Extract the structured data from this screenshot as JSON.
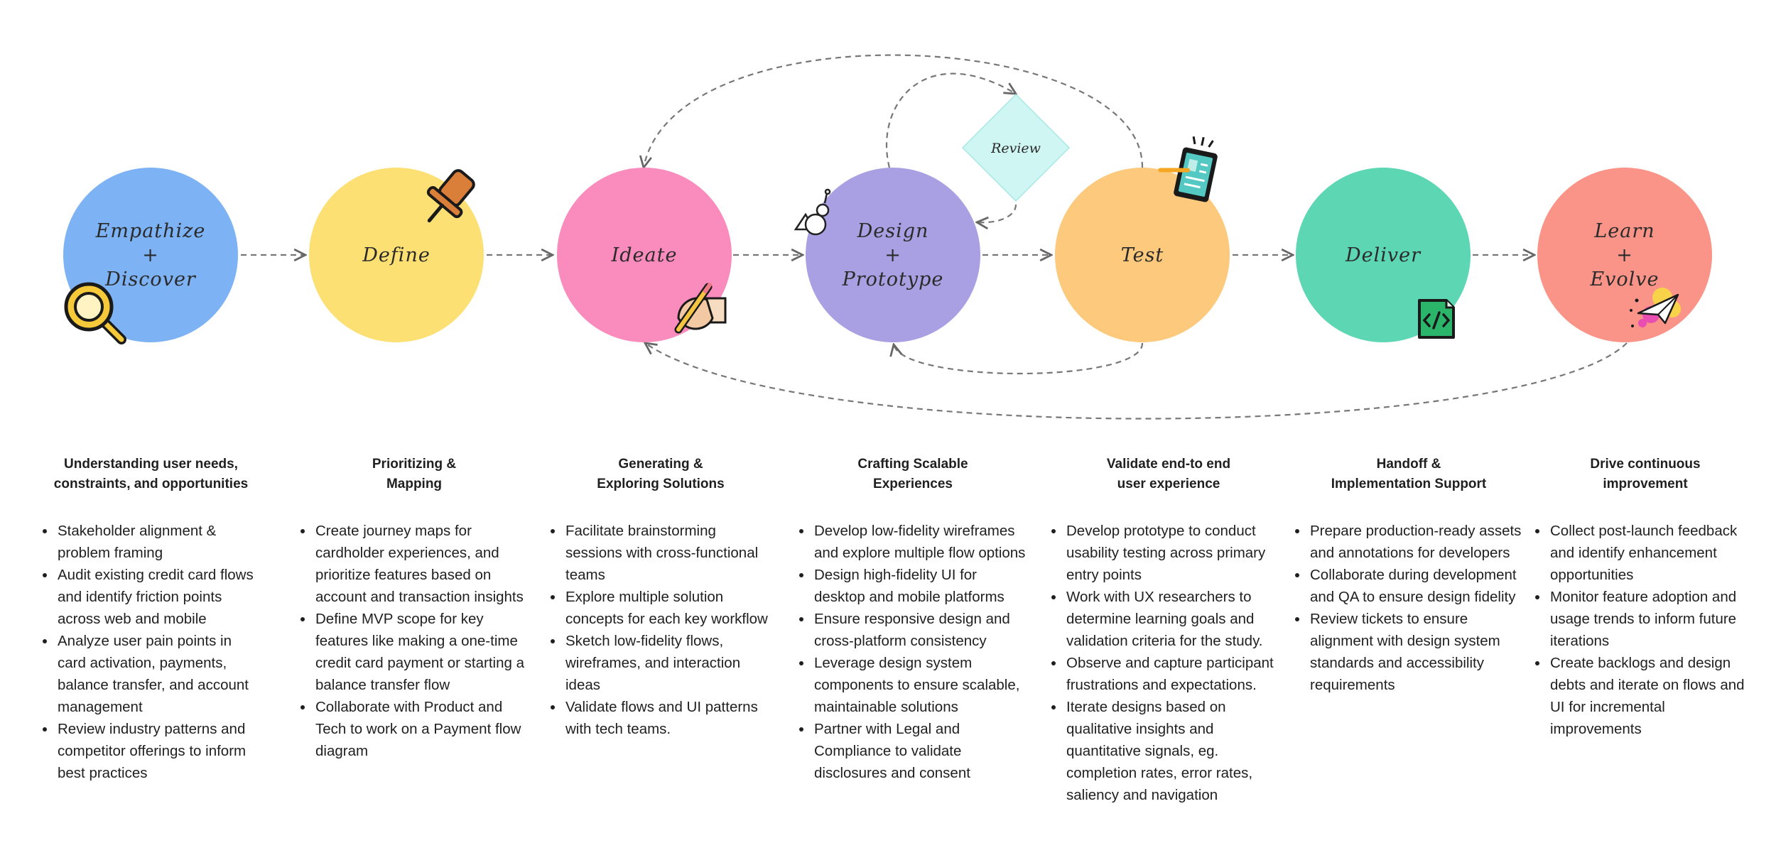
{
  "review_label": "Review",
  "stages": [
    {
      "id": "empathize",
      "circle_lines": [
        "Empathize",
        "+",
        "Discover"
      ],
      "color": "#7db3f5",
      "icon": "magnifier-icon",
      "title": "Understanding user needs,\nconstraints, and opportunities",
      "bullets": [
        "Stakeholder alignment & problem framing",
        "Audit existing credit card flows and identify friction points across web and mobile",
        "Analyze user pain points in card activation, payments, balance transfer, and account management",
        "Review industry patterns and competitor offerings to inform best practices"
      ]
    },
    {
      "id": "define",
      "circle_lines": [
        "Define"
      ],
      "color": "#fde073",
      "icon": "pushpin-icon",
      "title": "Prioritizing &\nMapping",
      "bullets": [
        "Create journey maps for cardholder experiences, and prioritize features based on account and transaction insights",
        "Define MVP scope for key features like making a one-time credit card payment or starting a balance transfer flow",
        "Collaborate with Product and Tech to work on a Payment flow diagram"
      ]
    },
    {
      "id": "ideate",
      "circle_lines": [
        "Ideate"
      ],
      "color": "#f98bbd",
      "icon": "hand-pencil-icon",
      "title": "Generating &\nExploring Solutions",
      "bullets": [
        "Facilitate brainstorming sessions with cross-functional teams",
        "Explore multiple solution concepts for each key workflow",
        "Sketch low-fidelity flows, wireframes, and interaction ideas",
        "Validate flows and UI patterns with tech teams."
      ]
    },
    {
      "id": "design",
      "circle_lines": [
        "Design",
        "+",
        "Prototype"
      ],
      "color": "#a8a0e2",
      "icon": "shapes-icon",
      "title": "Crafting Scalable\nExperiences",
      "bullets": [
        "Develop low-fidelity wireframes and explore multiple flow options",
        "Design high-fidelity UI for desktop and mobile platforms",
        "Ensure responsive design and cross-platform consistency",
        "Leverage design system components to ensure scalable, maintainable solutions",
        "Partner with Legal and Compliance to validate disclosures and consent"
      ]
    },
    {
      "id": "test",
      "circle_lines": [
        "Test"
      ],
      "color": "#fcc97d",
      "icon": "tablet-icon",
      "title": "Validate end-to end\nuser experience",
      "bullets": [
        "Develop prototype to conduct usability testing across primary entry points",
        "Work with UX researchers to determine learning goals and validation criteria for the study.",
        " Observe and capture participant frustrations and expectations.",
        "Iterate designs based on qualitative insights and quantitative signals, eg. completion rates, error rates, saliency and navigation"
      ]
    },
    {
      "id": "deliver",
      "circle_lines": [
        "Deliver"
      ],
      "color": "#5dd7b3",
      "icon": "code-file-icon",
      "title": "Handoff &\nImplementation Support",
      "bullets": [
        "Prepare production-ready assets and annotations for developers",
        "Collaborate during development and QA to ensure design fidelity",
        "Review tickets to ensure alignment with design system standards and accessibility requirements"
      ]
    },
    {
      "id": "learn",
      "circle_lines": [
        "Learn",
        "+",
        "Evolve"
      ],
      "color": "#fb9488",
      "icon": "paper-plane-icon",
      "title": "Drive continuous\nimprovement",
      "bullets": [
        "Collect post-launch feedback and identify enhancement opportunities",
        "Monitor feature adoption and usage trends to inform future iterations",
        "Create backlogs and design debts and iterate on flows and UI for incremental improvements"
      ]
    }
  ]
}
